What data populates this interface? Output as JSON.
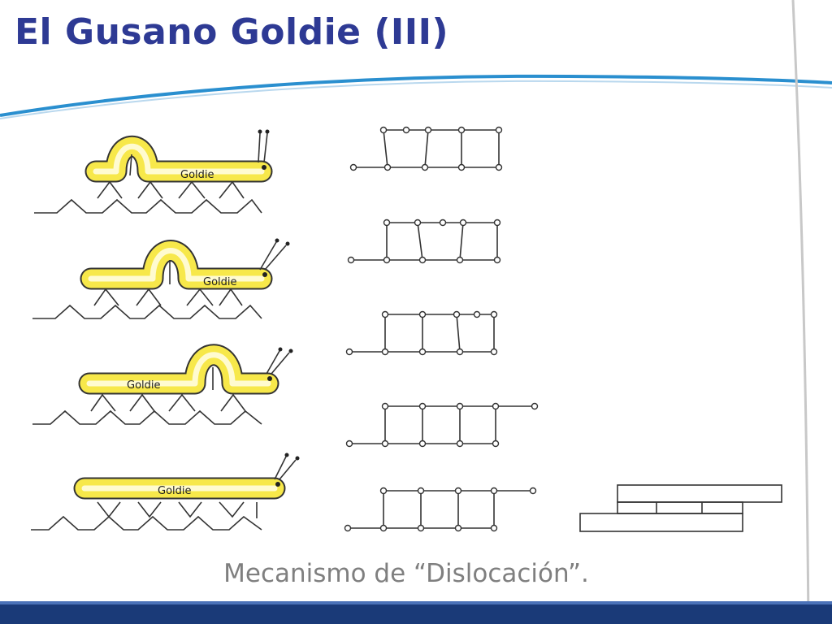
{
  "slide": {
    "title": "El Gusano Goldie (III)",
    "caption": "Mecanismo de “Dislocación”."
  },
  "worms": [
    {
      "label": "Goldie"
    },
    {
      "label": "Goldie"
    },
    {
      "label": "Goldie"
    },
    {
      "label": "Goldie"
    }
  ],
  "colors": {
    "title": "#2e3a94",
    "caption": "#7f7f7f",
    "worm_body": "#f7e84a",
    "worm_highlight": "#fffbd0",
    "accent_line": "#2a8fcf",
    "footer_band": "#1a3a78"
  }
}
